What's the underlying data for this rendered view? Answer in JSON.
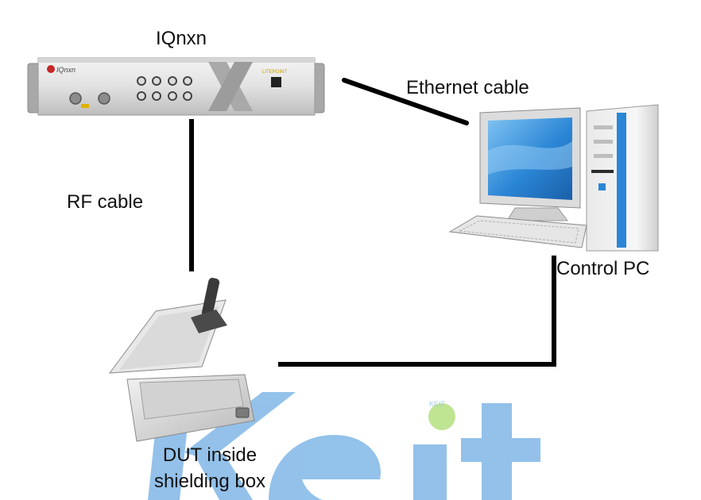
{
  "devices": {
    "analyzer": {
      "label": "IQnxn",
      "logo_text": "IQnxn",
      "brand_text": "LITEPOINT"
    },
    "computer": {
      "label": "Control PC"
    },
    "shielding_box": {
      "label_line1": "DUT inside",
      "label_line2": "shielding box"
    }
  },
  "connections": {
    "ethernet": {
      "label": "Ethernet cable"
    },
    "rf": {
      "label": "RF cable"
    }
  },
  "watermark": {
    "text": "Keit",
    "repeat_text": "KEIT"
  },
  "colors": {
    "cable": "#000000",
    "screen": "#2b86d6",
    "watermark_blue": "#3b8fd9",
    "watermark_green": "#8ccf3a",
    "device_gray": "#c9c9c9"
  }
}
